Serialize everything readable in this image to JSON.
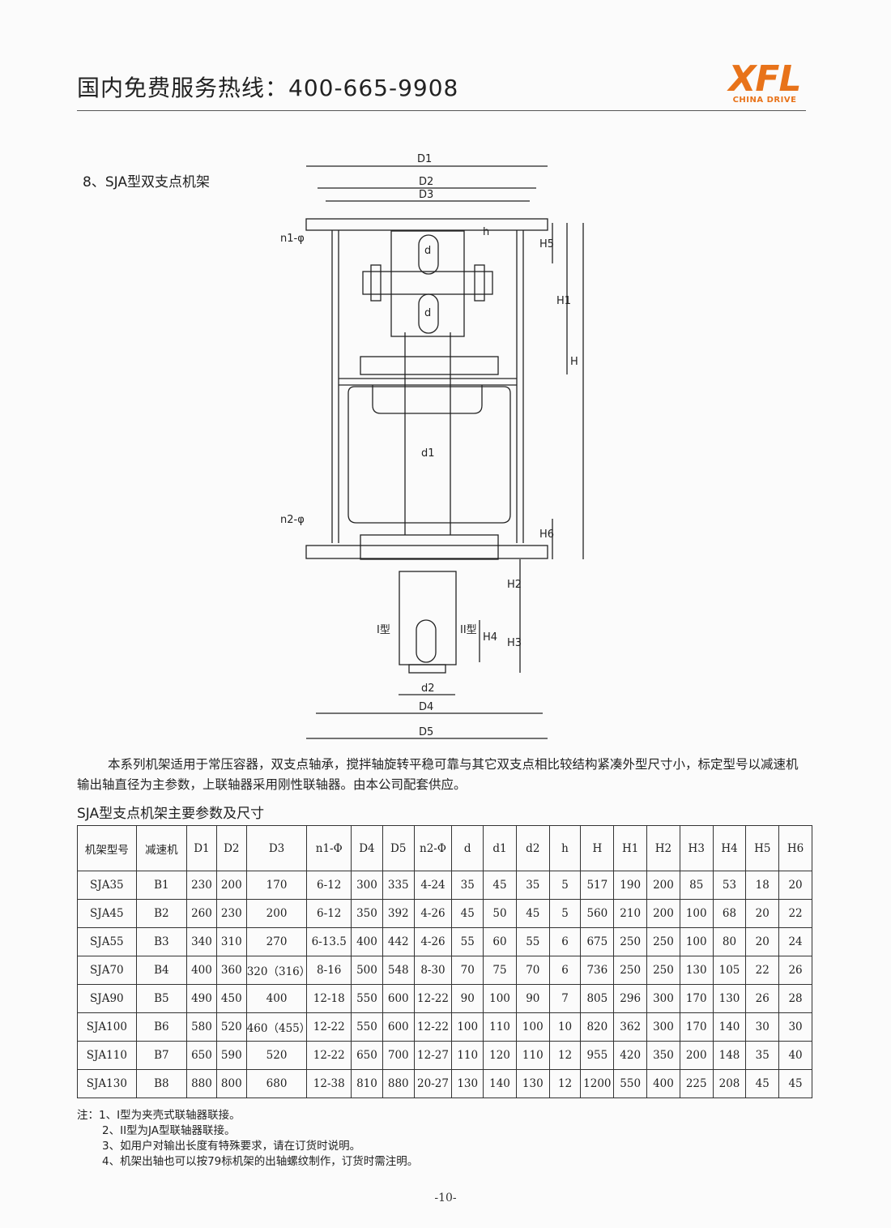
{
  "header": {
    "hotline": "国内免费服务热线：400-665-9908",
    "logo_text": "XFL",
    "logo_sub": "CHINA DRIVE"
  },
  "section_title": "8、SJA型双支点机架",
  "drawing_labels": {
    "D1": "D1",
    "D2": "D2",
    "D3": "D3",
    "D4": "D4",
    "D5": "D5",
    "d": "d",
    "d1": "d1",
    "d2": "d2",
    "h": "h",
    "H": "H",
    "H1": "H1",
    "H2": "H2",
    "H3": "H3",
    "H4": "H4",
    "H5": "H5",
    "H6": "H6",
    "n1": "n1-φ",
    "n2": "n2-φ",
    "type1": "I型",
    "type2": "II型"
  },
  "description": "本系列机架适用于常压容器，双支点轴承，搅拌轴旋转平稳可靠与其它双支点相比较结构紧凑外型尺寸小，标定型号以减速机输出轴直径为主参数，上联轴器采用刚性联轴器。由本公司配套供应。",
  "table_title": "SJA型支点机架主要参数及尺寸",
  "table": {
    "headers": [
      "机架型号",
      "减速机",
      "D1",
      "D2",
      "D3",
      "n1-Φ",
      "D4",
      "D5",
      "n2-Φ",
      "d",
      "d1",
      "d2",
      "h",
      "H",
      "H1",
      "H2",
      "H3",
      "H4",
      "H5",
      "H6"
    ],
    "rows": [
      [
        "SJA35",
        "B1",
        "230",
        "200",
        "170",
        "6-12",
        "300",
        "335",
        "4-24",
        "35",
        "45",
        "35",
        "5",
        "517",
        "190",
        "200",
        "85",
        "53",
        "18",
        "20"
      ],
      [
        "SJA45",
        "B2",
        "260",
        "230",
        "200",
        "6-12",
        "350",
        "392",
        "4-26",
        "45",
        "50",
        "45",
        "5",
        "560",
        "210",
        "200",
        "100",
        "68",
        "20",
        "22"
      ],
      [
        "SJA55",
        "B3",
        "340",
        "310",
        "270",
        "6-13.5",
        "400",
        "442",
        "4-26",
        "55",
        "60",
        "55",
        "6",
        "675",
        "250",
        "250",
        "100",
        "80",
        "20",
        "24"
      ],
      [
        "SJA70",
        "B4",
        "400",
        "360",
        "320（316）",
        "8-16",
        "500",
        "548",
        "8-30",
        "70",
        "75",
        "70",
        "6",
        "736",
        "250",
        "250",
        "130",
        "105",
        "22",
        "26"
      ],
      [
        "SJA90",
        "B5",
        "490",
        "450",
        "400",
        "12-18",
        "550",
        "600",
        "12-22",
        "90",
        "100",
        "90",
        "7",
        "805",
        "296",
        "300",
        "170",
        "130",
        "26",
        "28"
      ],
      [
        "SJA100",
        "B6",
        "580",
        "520",
        "460（455）",
        "12-22",
        "550",
        "600",
        "12-22",
        "100",
        "110",
        "100",
        "10",
        "820",
        "362",
        "300",
        "170",
        "140",
        "30",
        "30"
      ],
      [
        "SJA110",
        "B7",
        "650",
        "590",
        "520",
        "12-22",
        "650",
        "700",
        "12-27",
        "110",
        "120",
        "110",
        "12",
        "955",
        "420",
        "350",
        "200",
        "148",
        "35",
        "40"
      ],
      [
        "SJA130",
        "B8",
        "880",
        "800",
        "680",
        "12-38",
        "810",
        "880",
        "20-27",
        "130",
        "140",
        "130",
        "12",
        "1200",
        "550",
        "400",
        "225",
        "208",
        "45",
        "45"
      ]
    ]
  },
  "notes": [
    "注：1、I型为夹壳式联轴器联接。",
    "2、II型为JA型联轴器联接。",
    "3、如用户对输出长度有特殊要求，请在订货时说明。",
    "4、机架出轴也可以按79标机架的出轴螺纹制作，订货时需注明。"
  ],
  "page_number": "-10-",
  "colors": {
    "logo": "#e8731a",
    "ink": "#222222"
  }
}
